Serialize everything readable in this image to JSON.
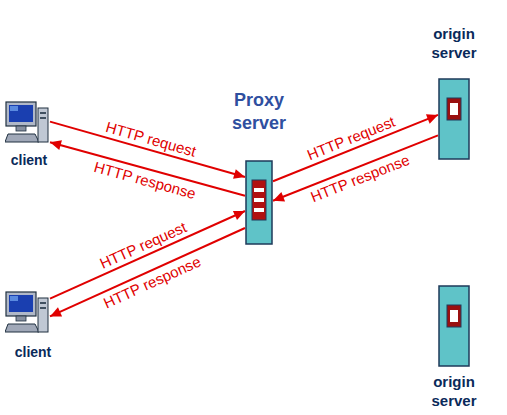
{
  "diagram": {
    "nodes": [
      {
        "text": [
          "origin server"
        ]
      },
      {
        "text": [
          "Proxy server"
        ]
      },
      {
        "text": [
          "client"
        ]
      },
      {
        "text": [
          "client"
        ]
      },
      {
        "text": [
          "origin server"
        ]
      }
    ],
    "edges": [
      {
        "from": 2,
        "to": 1,
        "label": "HTTP request",
        "arrow": "to"
      },
      {
        "from": 1,
        "to": 2,
        "label": "HTTP response",
        "arrow": "to"
      },
      {
        "from": 1,
        "to": 0,
        "label": "HTTP request",
        "arrow": "to"
      },
      {
        "from": 0,
        "to": 1,
        "label": "HTTP response",
        "arrow": "to"
      },
      {
        "from": 3,
        "to": 1,
        "label": "HTTP request",
        "arrow": "to"
      },
      {
        "from": 1,
        "to": 3,
        "label": "HTTP response",
        "arrow": "to"
      }
    ]
  }
}
